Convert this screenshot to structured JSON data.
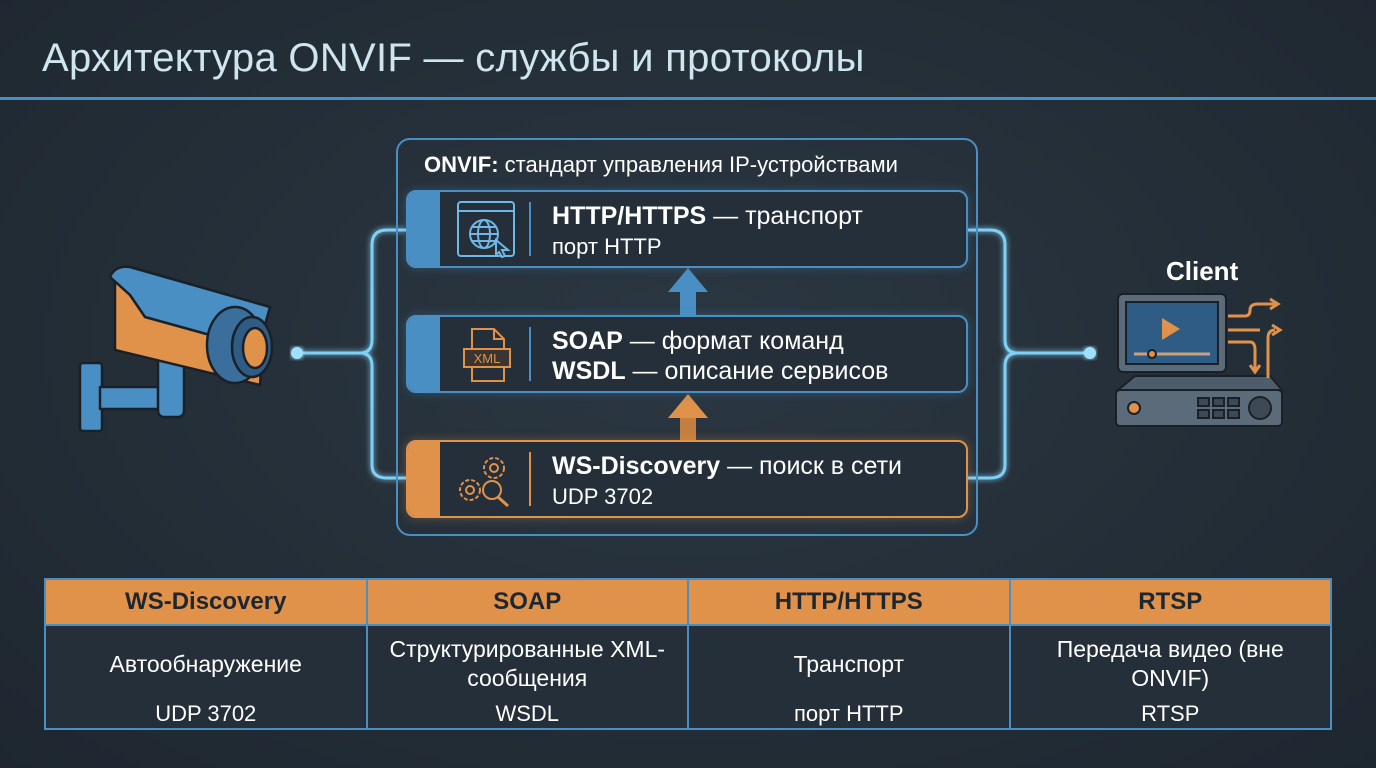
{
  "title": "Архитектура ONVIF — службы и протоколы",
  "frame": {
    "title_bold": "ONVIF:",
    "title_rest": " стандарт управления IP-устройствами"
  },
  "layers": [
    {
      "bold": "HTTP/HTTPS",
      "rest": " — транспорт",
      "line2": "порт HTTP",
      "icon": "browser-globe-icon"
    },
    {
      "bold": "SOAP",
      "rest": " — формат команд",
      "line2_bold": "WSDL",
      "line2_rest": " — описание сервисов",
      "icon": "xml-file-icon"
    },
    {
      "bold": "WS-Discovery",
      "rest": " — поиск в сети",
      "line2": "UDP 3702",
      "icon": "gears-search-icon"
    }
  ],
  "client_label": "Client",
  "table": {
    "headers": [
      "WS-Discovery",
      "SOAP",
      "HTTP/HTTPS",
      "RTSP"
    ],
    "descriptions": [
      "Автообнаружение",
      "Структурированные XML-сообщения",
      "Транспорт",
      "Передача видео (вне ONVIF)"
    ],
    "subs": [
      "UDP 3702",
      "WSDL",
      "порт HTTP",
      "RTSP"
    ]
  },
  "colors": {
    "accent_blue": "#4a8fc4",
    "accent_orange": "#e0914a",
    "background": "#252f39"
  }
}
